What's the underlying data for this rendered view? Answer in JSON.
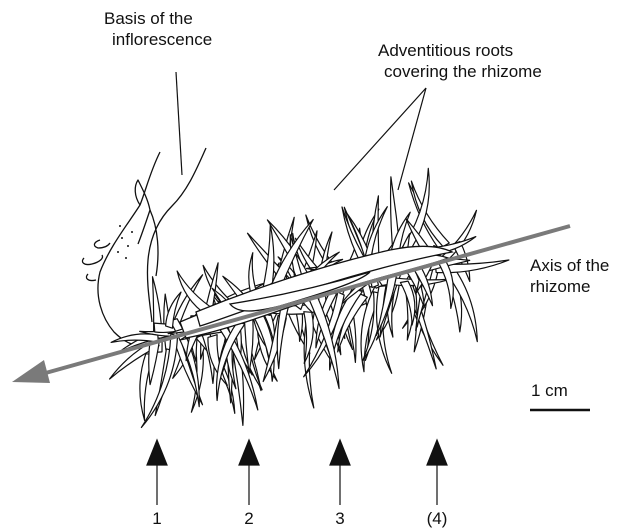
{
  "labels": {
    "inflorescence": [
      "Basis of the",
      "inflorescence"
    ],
    "roots": [
      "Adventitious roots",
      "covering the rhizome"
    ],
    "axis": [
      "Axis of the",
      "rhizome"
    ],
    "scale": "1 cm"
  },
  "positions": [
    "1",
    "2",
    "3",
    "(4)"
  ],
  "colors": {
    "ink": "#111111",
    "axis_arrow": "#7a7a7a",
    "background": "#ffffff"
  }
}
